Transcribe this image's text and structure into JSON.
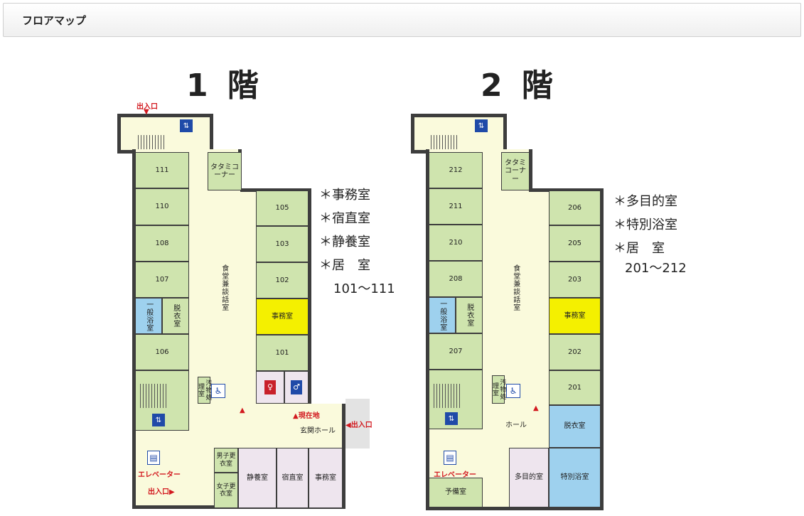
{
  "header": {
    "title": "フロアマップ"
  },
  "floor1": {
    "title": "1 階",
    "rooms": {
      "r111": "111",
      "r110": "110",
      "r108": "108",
      "r107": "107",
      "r106": "106",
      "r105": "105",
      "r103": "103",
      "r102": "102",
      "r101": "101",
      "office": "事務室",
      "dining": "食堂兼談話室",
      "tatami": "タタミコーナー",
      "bath": "一般浴室",
      "dressing": "脱衣室",
      "soiled": "汚物処理室",
      "lounge": "玄関ホール",
      "male_locker": "男子更衣室",
      "female_locker": "女子更衣室",
      "rest": "静養室",
      "duty": "宿直室",
      "office2": "事務室"
    },
    "labels": {
      "exit_top": "出入口",
      "exit_right": "◀出入口",
      "exit_bottom": "出入口▶",
      "current": "▲現在地",
      "elevator": "エレベーター"
    },
    "notes": [
      "＊事務室",
      "＊宿直室",
      "＊静養室",
      "＊居　室",
      "101〜111"
    ]
  },
  "floor2": {
    "title": "2 階",
    "rooms": {
      "r212": "212",
      "r211": "211",
      "r210": "210",
      "r208": "208",
      "r207": "207",
      "r206": "206",
      "r205": "205",
      "r203": "203",
      "r202": "202",
      "r201": "201",
      "office": "事務室",
      "dining": "食堂兼談話室",
      "tatami": "タタミコーナー",
      "bath": "一般浴室",
      "dressing": "脱衣室",
      "soiled": "汚物処理室",
      "hall": "ホール",
      "dressing2": "脱衣室",
      "special_bath": "特別浴室",
      "multi": "多目的室",
      "spare": "予備室"
    },
    "labels": {
      "elevator": "エレベーター"
    },
    "notes": [
      "＊多目的室",
      "＊特別浴室",
      "＊居　室",
      "201〜212"
    ]
  },
  "colors": {
    "room_green": "#cfe4ae",
    "bath_blue": "#9ed1ee",
    "office_yellow": "#f4f000",
    "corridor": "#fafadc",
    "wall": "#3d3d3d",
    "label_red": "#d2191f"
  },
  "icons": [
    "stairs-icon",
    "accessible-icon",
    "male-restroom-icon",
    "female-restroom-icon",
    "elevator-icon"
  ]
}
